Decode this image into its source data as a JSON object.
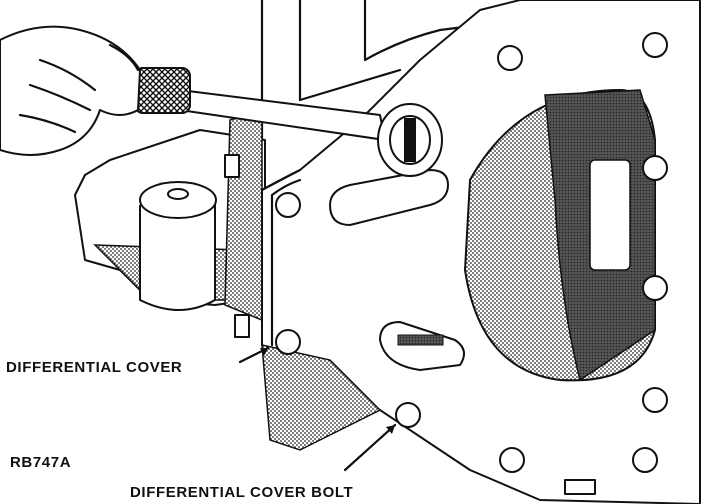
{
  "figure_id": "RB747A",
  "labels": {
    "differential_cover": "DIFFERENTIAL COVER",
    "differential_cover_bolt": "DIFFERENTIAL COVER BOLT"
  }
}
